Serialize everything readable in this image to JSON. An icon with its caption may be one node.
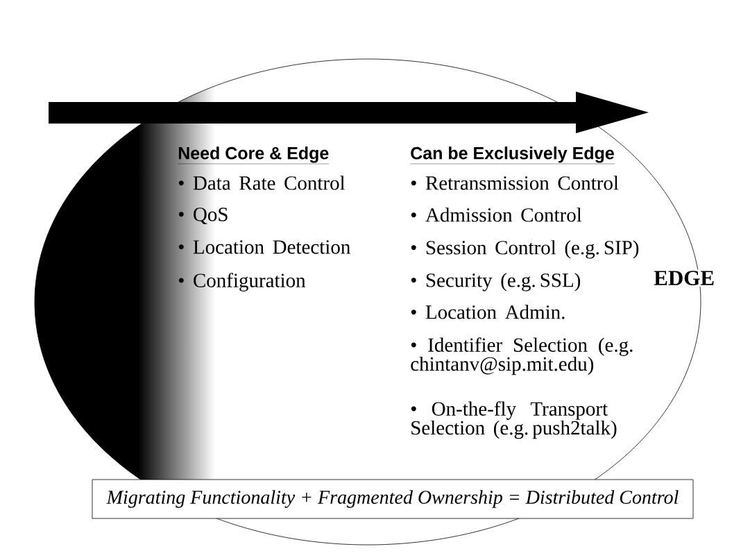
{
  "diagram": {
    "nodes": [
      {
        "text": [
          "Migrating Functionality + Fragmented Ownership = Distributed Control"
        ]
      }
    ],
    "labels": [
      "Need Core & Edge",
      "• Data Rate Control",
      "• QoS",
      "• Location Detection",
      "• Configuration",
      "Can be Exclusively Edge",
      "• Retransmission Control",
      "• Admission Control",
      "• Session Control (e.g. SIP)",
      "• Security (e.g. SSL)",
      "• Location Admin.",
      "• Identifier Selection (e.g. chintanv@sip.mit.edu)",
      "• On-the-fly Transport Selection (e.g. push2talk)",
      "EDGE"
    ]
  }
}
